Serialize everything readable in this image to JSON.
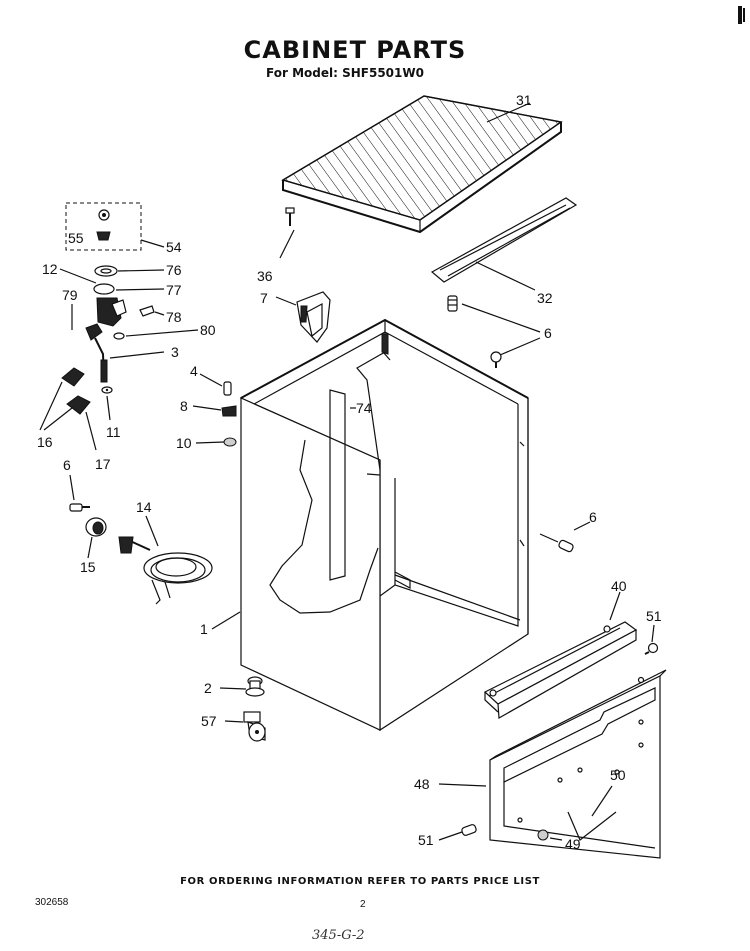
{
  "title": "CABINET PARTS",
  "subtitle": "For Model: SHF5501W0",
  "footer": "FOR ORDERING INFORMATION REFER TO PARTS PRICE LIST",
  "doc_number": "302658",
  "page_number": "2",
  "handwritten_note": "345-G-2",
  "callouts": {
    "c31": "31",
    "c36": "36",
    "c32": "32",
    "c7": "7",
    "c6a": "6",
    "c6b": "6",
    "c6c": "6",
    "c55": "55",
    "c54": "54",
    "c12": "12",
    "c76": "76",
    "c77": "77",
    "c79": "79",
    "c78": "78",
    "c80": "80",
    "c3": "3",
    "c4": "4",
    "c8": "8",
    "c74": "74",
    "c10": "10",
    "c16": "16",
    "c17": "17",
    "c11": "11",
    "c14": "14",
    "c15": "15",
    "c1": "1",
    "c40": "40",
    "c51a": "51",
    "c51b": "51",
    "c2": "2",
    "c57": "57",
    "c48": "48",
    "c50": "50",
    "c49": "49"
  },
  "colors": {
    "ink": "#111111",
    "paper": "#ffffff"
  }
}
